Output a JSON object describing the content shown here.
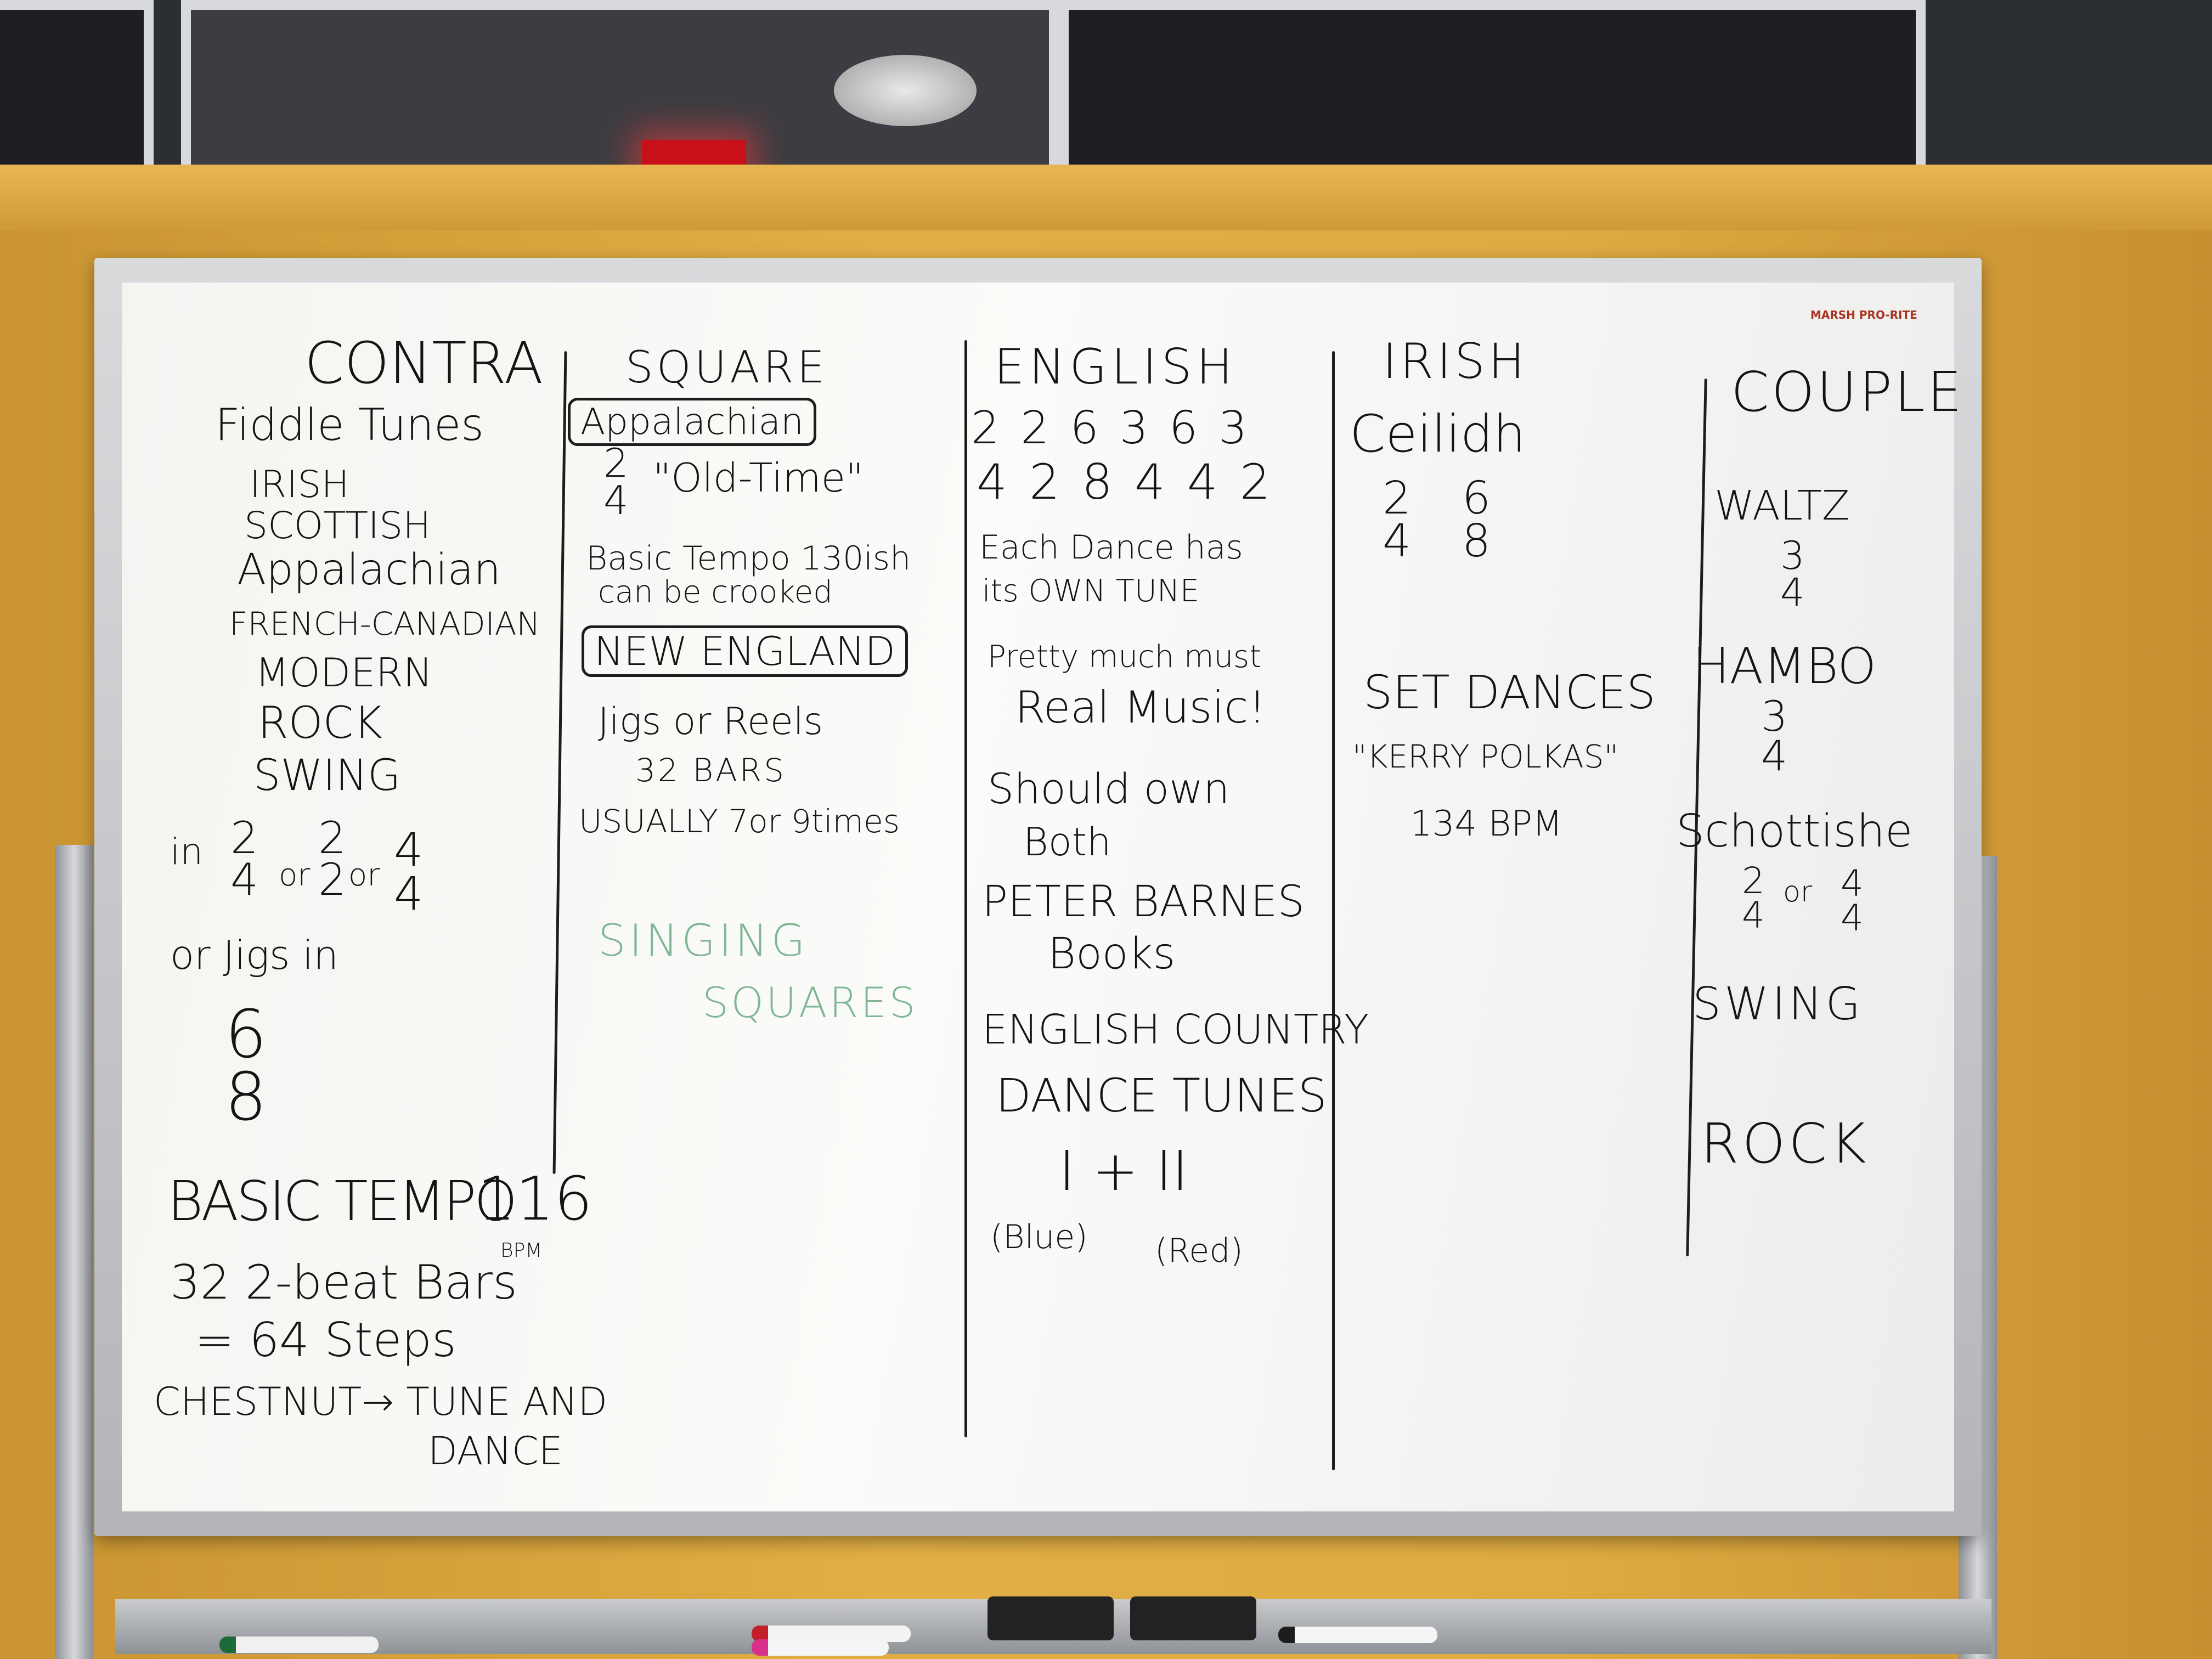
{
  "whiteboard": {
    "brand": "MARSH PRO-RITE",
    "contra": {
      "heading": "CONTRA",
      "sub": "Fiddle Tunes",
      "styles": [
        "IRISH",
        "SCOTTISH",
        "Appalachian",
        "FRENCH-CANADIAN",
        "MODERN",
        "ROCK",
        "SWING"
      ],
      "meter_in": "in",
      "meter_a": {
        "top": "2",
        "bottom": "4"
      },
      "or_1": "or",
      "meter_b": {
        "top": "2",
        "bottom": "2"
      },
      "or_2": "or",
      "meter_c": {
        "top": "4",
        "bottom": "4"
      },
      "jigs_line": "or Jigs in",
      "jig_meter": {
        "top": "6",
        "bottom": "8"
      },
      "tempo_label": "BASIC TEMPO",
      "tempo_value": "116",
      "tempo_unit": "BPM",
      "bars_line": "32 2-beat Bars",
      "steps_line": "= 64 Steps",
      "chestnut_line": "CHESTNUT→ TUNE AND",
      "chestnut_line2": "DANCE"
    },
    "square": {
      "heading": "SQUARE",
      "appalachian_box": "Appalachian",
      "meter": {
        "top": "2",
        "bottom": "4"
      },
      "old_time": "\"Old-Time\"",
      "tempo_line": "Basic Tempo 130ish",
      "crooked_line": "can be crooked",
      "new_england_box": "NEW ENGLAND",
      "jigs_reels": "Jigs or Reels",
      "bars": "32 BARS",
      "usually": "USUALLY 7or 9times",
      "singing": "SINGING",
      "squares": "SQUARES"
    },
    "english": {
      "heading": "ENGLISH",
      "meters_top": "2 2 6 3 6 3",
      "meters_bottom": "4 2 8 4 4 2",
      "each_dance": "Each Dance has",
      "own_tune": "its OWN TUNE",
      "pretty_much": "Pretty much must",
      "real_music": "Real Music!",
      "should_own": "Should own",
      "both": "Both",
      "peter_barnes": "PETER BARNES",
      "books": "Books",
      "ecd": "ENGLISH COUNTRY",
      "dance_tunes": "DANCE TUNES",
      "volumes": "I + II",
      "blue": "(Blue)",
      "red": "(Red)"
    },
    "irish": {
      "heading": "IRISH",
      "ceilidh": "Ceilidh",
      "meter_a": {
        "top": "2",
        "bottom": "4"
      },
      "meter_b": {
        "top": "6",
        "bottom": "8"
      },
      "set_dances": "SET DANCES",
      "kerry": "\"KERRY POLKAS\"",
      "bpm": "134 BPM"
    },
    "couple": {
      "heading": "COUPLE",
      "waltz": "WALTZ",
      "waltz_meter": {
        "top": "3",
        "bottom": "4"
      },
      "hambo": "HAMBO",
      "hambo_meter": {
        "top": "3",
        "bottom": "4"
      },
      "schottishe": "Schottishe",
      "sch_meter_a": {
        "top": "2",
        "bottom": "4"
      },
      "sch_or": "or",
      "sch_meter_b": {
        "top": "4",
        "bottom": "4"
      },
      "swing": "SWING",
      "rock": "ROCK"
    }
  }
}
